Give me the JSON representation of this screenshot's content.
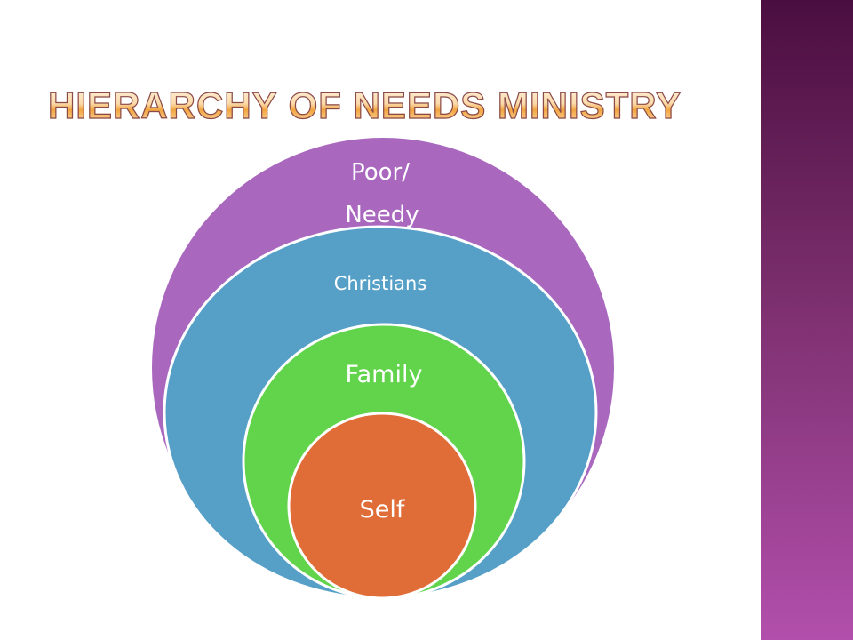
{
  "title": "HIERARCHY OF NEEDS MINISTRY",
  "diagram": {
    "rings": [
      {
        "label_line1": "Poor/",
        "label_line2": "Needy",
        "color": "#a968be"
      },
      {
        "label": "Christians",
        "color": "#56a0c8"
      },
      {
        "label": "Family",
        "color": "#62d44c"
      },
      {
        "label": "Self",
        "color": "#e06d37"
      }
    ]
  }
}
